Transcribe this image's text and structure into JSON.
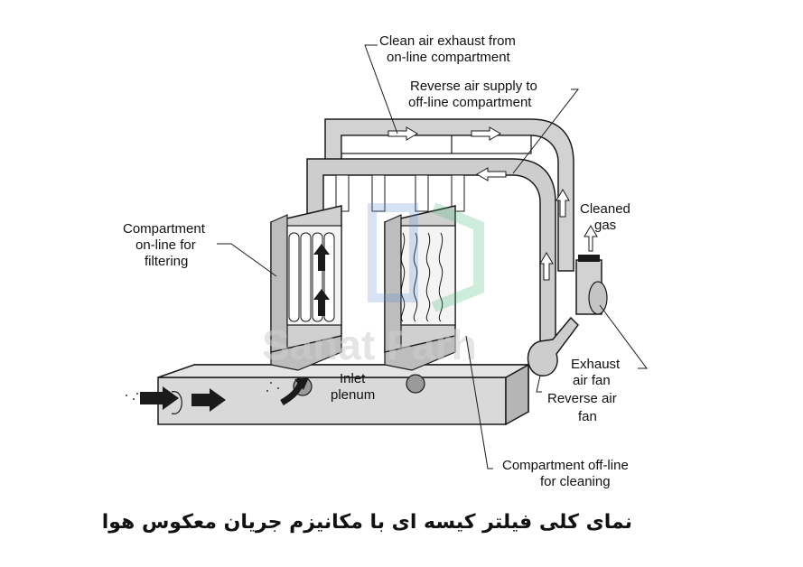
{
  "labels": {
    "clean_air_exhaust": [
      "Clean air exhaust from",
      "on-line compartment"
    ],
    "reverse_air_supply": [
      "Reverse air supply to",
      "off-line compartment"
    ],
    "cleaned_gas": [
      "Cleaned",
      "gas"
    ],
    "compartment_online": [
      "Compartment",
      "on-line for",
      "filtering"
    ],
    "inlet_plenum": [
      "Inlet",
      "plenum"
    ],
    "exhaust_air_fan": [
      "Exhaust",
      "air fan"
    ],
    "reverse_air_fan": [
      "Reverse air",
      "fan"
    ],
    "compartment_offline": [
      "Compartment off-line",
      "for cleaning"
    ]
  },
  "watermark": "Sanat Farh",
  "caption": "نمای کلی فیلتر کیسه ای با مکانیزم جریان معکوس هوا",
  "colors": {
    "duct_fill": "#d2d2d2",
    "duct_dark": "#a9a9a9",
    "stroke": "#1a1a1a",
    "logo_blue": "#5b8fd6",
    "logo_green": "#3cb371"
  }
}
